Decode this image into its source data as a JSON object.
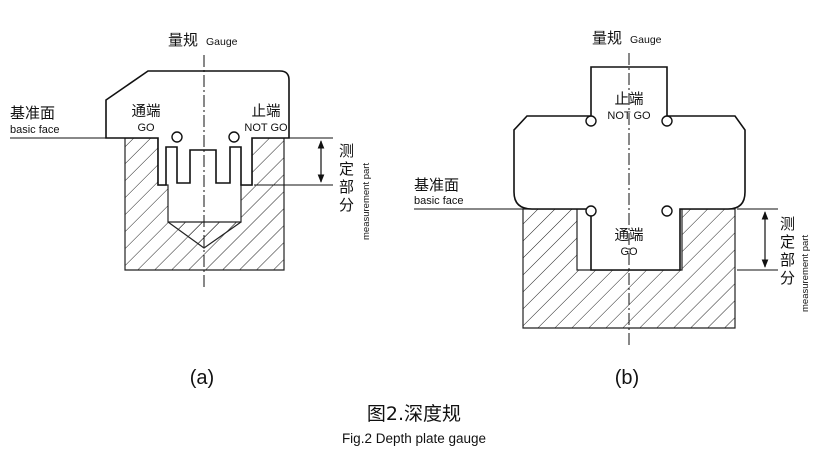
{
  "figure": {
    "caption_zh": "图2.深度规",
    "caption_en": "Fig.2  Depth plate gauge"
  },
  "panel_a": {
    "tag": "(a)",
    "gauge_zh": "量规",
    "gauge_en": "Gauge",
    "base_zh": "基准面",
    "base_en": "basic face",
    "go_zh": "通端",
    "go_en": "GO",
    "notgo_zh": "止端",
    "notgo_en": "NOT GO",
    "meas_c1": "测",
    "meas_c2": "定",
    "meas_c3": "部",
    "meas_c4": "分",
    "meas_en": "measurement part"
  },
  "panel_b": {
    "tag": "(b)",
    "gauge_zh": "量规",
    "gauge_en": "Gauge",
    "base_zh": "基准面",
    "base_en": "basic face",
    "go_zh": "通端",
    "go_en": "GO",
    "notgo_zh": "止端",
    "notgo_en": "NOT GO",
    "meas_c1": "测",
    "meas_c2": "定",
    "meas_c3": "部",
    "meas_c4": "分",
    "meas_en": "measurement part"
  }
}
